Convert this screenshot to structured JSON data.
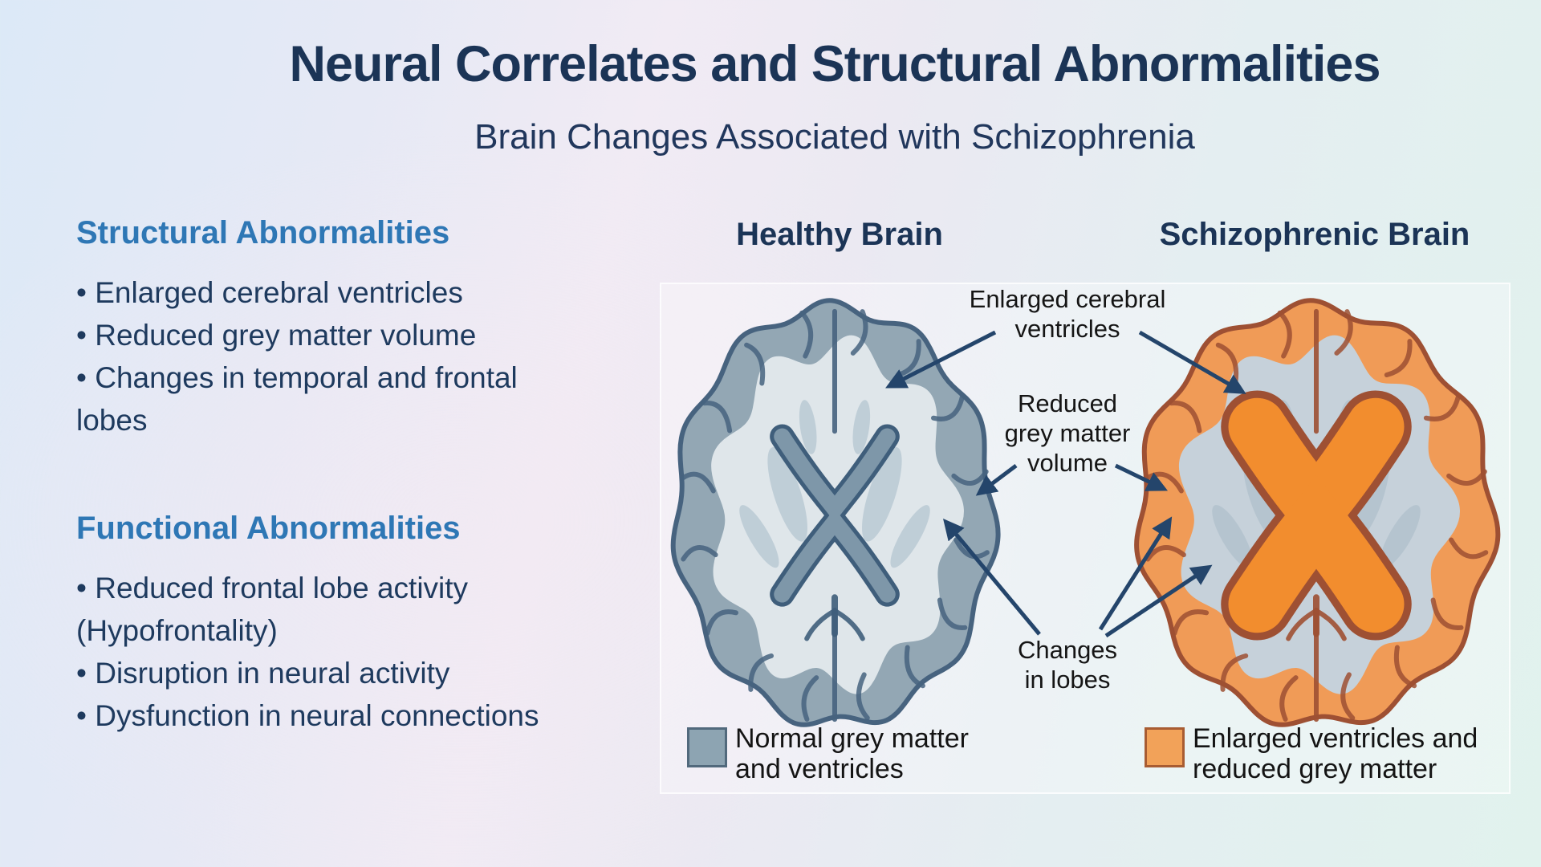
{
  "header": {
    "title": "Neural Correlates and Structural Abnormalities",
    "subtitle": "Brain Changes Associated with Schizophrenia"
  },
  "left_panel": {
    "sections": [
      {
        "heading": "Structural Abnormalities",
        "bullets": [
          "• Enlarged cerebral ventricles",
          "• Reduced grey matter volume",
          "• Changes in temporal and frontal lobes"
        ]
      },
      {
        "heading": "Functional Abnormalities",
        "bullets": [
          "• Reduced frontal lobe activity (Hypofrontality)",
          "• Disruption in neural activity",
          "• Dysfunction in neural connections"
        ]
      }
    ],
    "heading_color": "#2e77b5",
    "text_color": "#1e3a5e"
  },
  "figure": {
    "healthy_title": "Healthy Brain",
    "schizophrenic_title": "Schizophrenic Brain",
    "annotations": {
      "enlarged_ventricles": {
        "line1": "Enlarged cerebral",
        "line2": "ventricles"
      },
      "reduced_grey_matter": {
        "line1": "Reduced",
        "line2": "grey matter",
        "line3": "volume"
      },
      "changes_in_lobes": {
        "line1": "Changes",
        "line2": "in lobes"
      }
    },
    "legend": [
      {
        "label": "Normal grey matter and ventricles",
        "color": "#8da4b2",
        "border": "#51697c"
      },
      {
        "label": "Enlarged ventricles and reduced grey matter",
        "color": "#f2a259",
        "border": "#a85c32"
      }
    ],
    "colors": {
      "healthy": {
        "cortex": "#93a7b4",
        "outline": "#47637f",
        "white_matter": "#dfe6ea",
        "ventricle": "#7e97a9",
        "ventricle_outline": "#3f5e7b",
        "streak": "#bac9d3"
      },
      "schizophrenic": {
        "cortex": "#f09b57",
        "outline": "#9e5033",
        "white_matter": "#c6d1da",
        "ventricle": "#f28d2e",
        "ventricle_outline": "#9e5033",
        "streak": "#b2c2cd"
      },
      "arrow": "#24456b",
      "annotation_text": "#151515"
    }
  }
}
